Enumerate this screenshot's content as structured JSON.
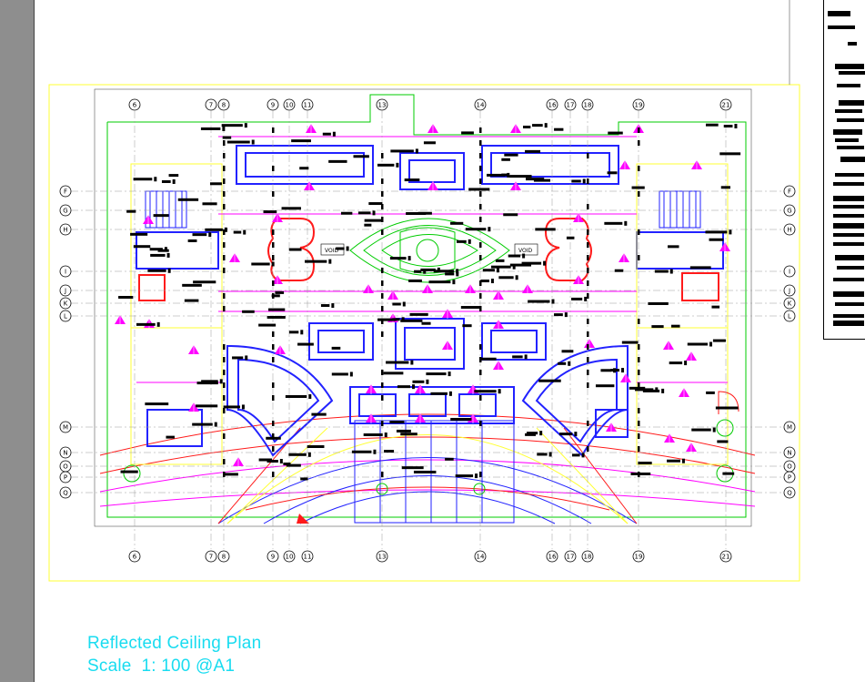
{
  "drawing": {
    "title": "Reflected Ceiling Plan",
    "scale": "Scale  1: 100 @A1",
    "void_labels": [
      "VOID",
      "VOID"
    ]
  },
  "grid": {
    "columns": [
      "6",
      "7",
      "8",
      "9",
      "10",
      "11",
      "13",
      "14",
      "16",
      "17",
      "18",
      "19",
      "21"
    ],
    "rows": [
      "F",
      "G",
      "H",
      "I",
      "J",
      "K",
      "L",
      "M",
      "N",
      "O",
      "P",
      "Q"
    ]
  },
  "colors": {
    "cad_blue": "#2222ff",
    "cad_red": "#ff1a1a",
    "cad_magenta": "#ff00ff",
    "cad_yellow": "#ffff33",
    "cad_green": "#00cc00",
    "cad_cyan": "#19dcf0",
    "grid_line": "#999999"
  }
}
